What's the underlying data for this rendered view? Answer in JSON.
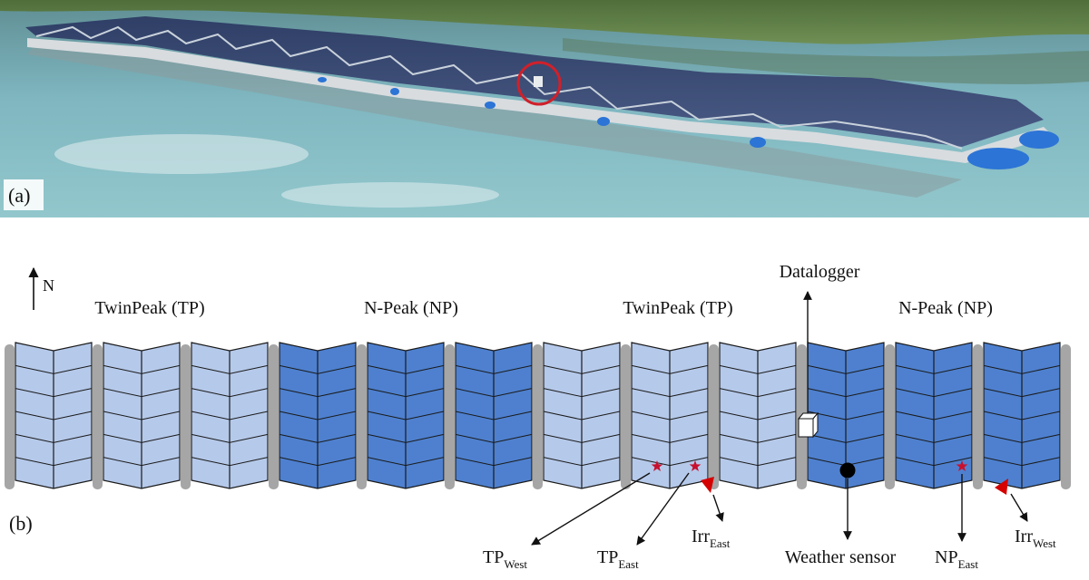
{
  "photo": {
    "panel_label": "(a)"
  },
  "diagram": {
    "panel_label": "(b)",
    "north_label": "N",
    "section_labels": [
      "TwinPeak (TP)",
      "N-Peak (NP)",
      "TwinPeak (TP)",
      "N-Peak (NP)"
    ],
    "modules": [
      "TP",
      "TP",
      "TP",
      "NP",
      "NP",
      "NP",
      "TP",
      "TP",
      "TP",
      "NP",
      "NP",
      "NP"
    ],
    "datalogger_label": "Datalogger",
    "weather_sensor_label": "Weather sensor",
    "sensors": [
      {
        "base": "TP",
        "sub": "West"
      },
      {
        "base": "TP",
        "sub": "East"
      },
      {
        "base": "Irr",
        "sub": "East"
      },
      {
        "base": "NP",
        "sub": "East"
      },
      {
        "base": "Irr",
        "sub": "West"
      }
    ],
    "colors": {
      "tp_fill": "#b5c9ea",
      "np_fill": "#4e80cf",
      "pontoon": "#a6a6a6",
      "star": "#c8102e",
      "irradiance_marker": "#d50000",
      "photo_highlight": "#d0202a"
    }
  }
}
